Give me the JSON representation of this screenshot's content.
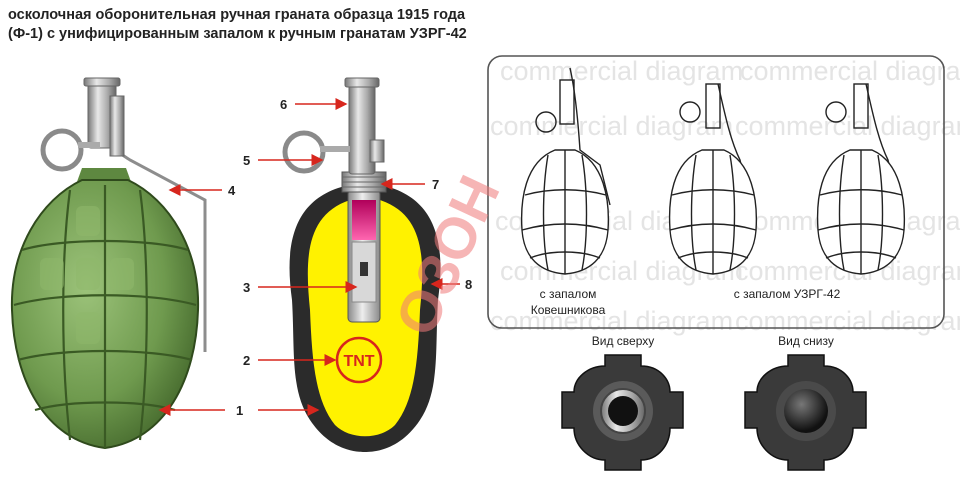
{
  "title": {
    "line1": "осколочная оборонительная ручная граната образца 1915 года",
    "line2": "(Ф-1) с унифицированным запалом к ручным гранатам УЗРГ-42"
  },
  "callouts": [
    "6",
    "5",
    "4",
    "7",
    "3",
    "8",
    "2",
    "1"
  ],
  "tnt_label": "TNT",
  "panel": {
    "caption_left_1": "с запалом",
    "caption_left_2": "Ковешникова",
    "caption_right": "с запалом УЗРГ-42"
  },
  "views": {
    "top": "Вид сверху",
    "bottom": "Вид снизу"
  },
  "watermark": {
    "text": "commercial diagram",
    "stamp": "ОЗОН"
  },
  "colors": {
    "body_green": "#6f9a4e",
    "explosive": "#fff200",
    "arrow": "#d7261d",
    "tnt": "#d7261d"
  }
}
